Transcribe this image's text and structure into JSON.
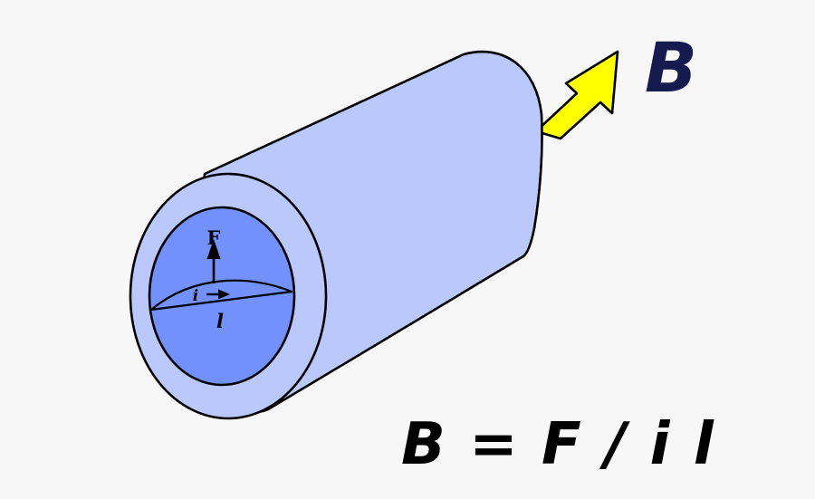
{
  "figure": {
    "title": "magnetic-field-definition",
    "background_color": "#f7f7f7"
  },
  "colors": {
    "background": "#f7f7f7",
    "tube_body": "#bac8fc",
    "tube_ring": "#bac8fc",
    "tube_inner_face": "#7391fc",
    "outline": "#000000",
    "arrow_fill": "#ffff00",
    "field_label": "#151a4f",
    "formula": "#000000"
  },
  "labels": {
    "force": "F",
    "current": "i",
    "length": "l",
    "field": "B"
  },
  "formula": {
    "text": "B = F / i l"
  },
  "annotations": {
    "force_arrow": "force-arrow-up",
    "current_arrow": "current-arrow-right",
    "field_arrow": "field-arrow-yellow"
  }
}
